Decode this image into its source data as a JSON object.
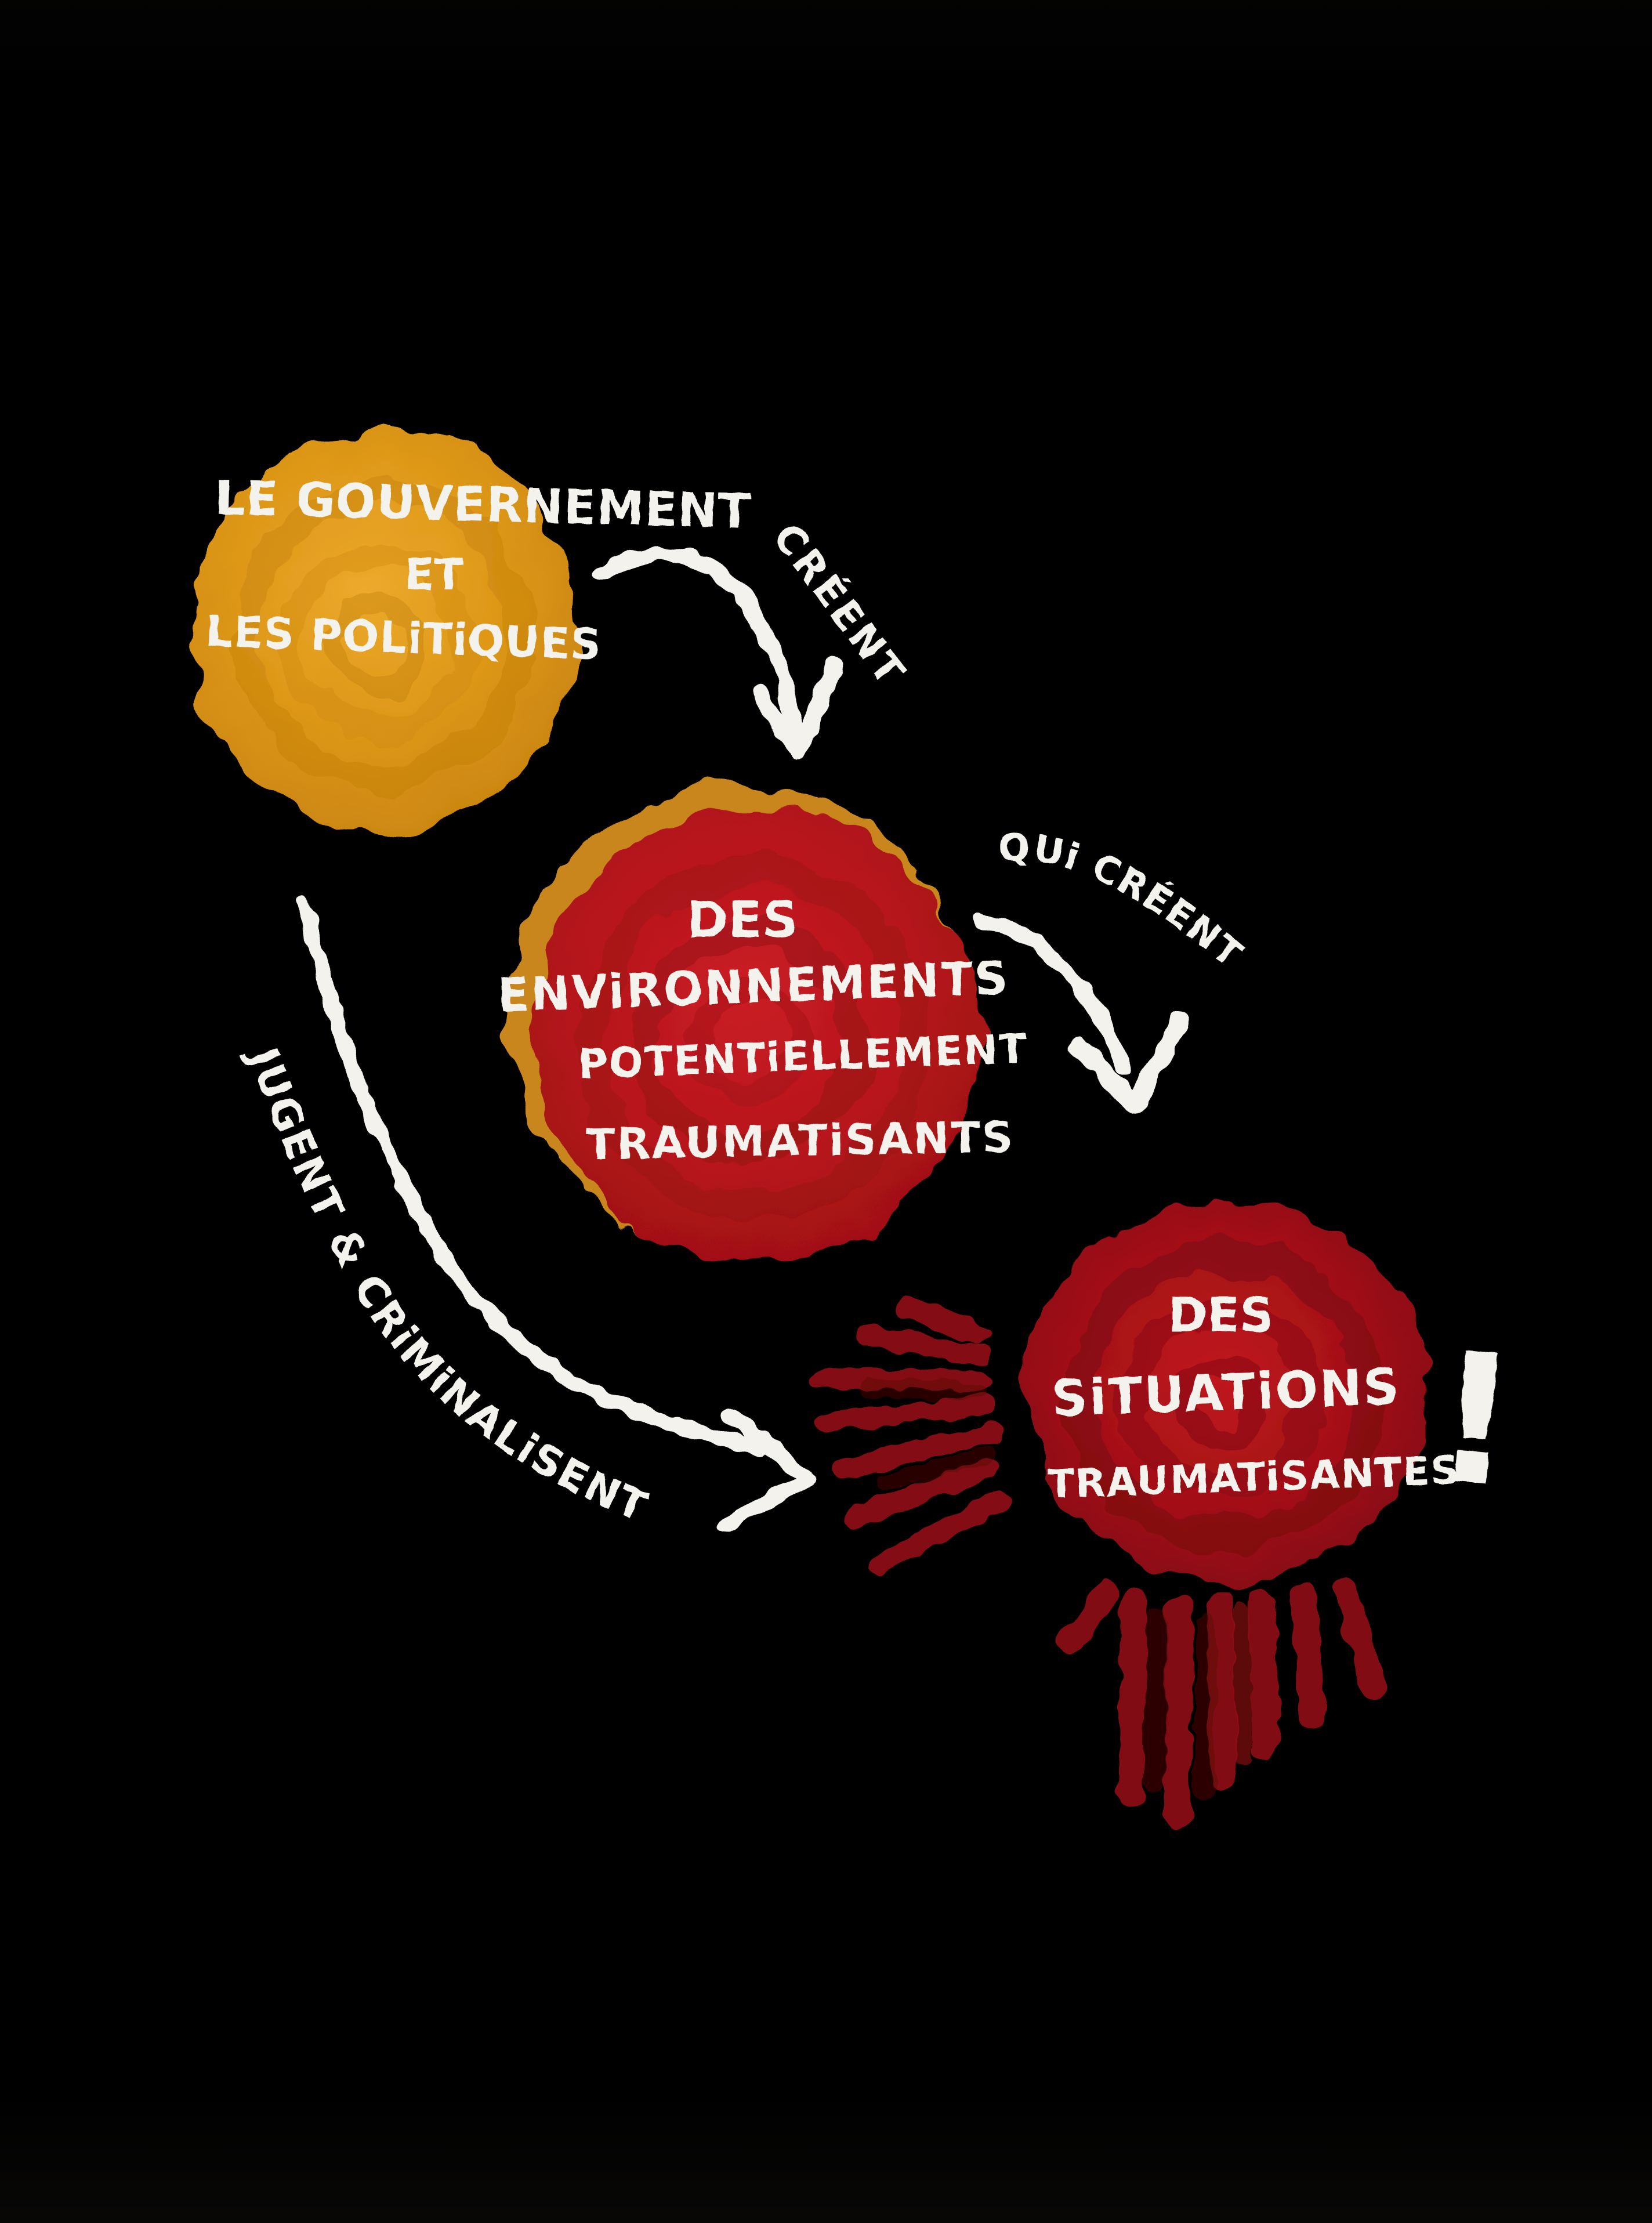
{
  "canvas": {
    "background": "#000000",
    "ink": "#F3F2ED"
  },
  "nodes": [
    {
      "id": "government",
      "shape": "scribble-circle",
      "color": "#DD9717",
      "swirl_color": "#B97907",
      "lines": [
        "LE GOUVERNEMENT",
        "ET",
        "LES POLiTiQUES"
      ]
    },
    {
      "id": "environments",
      "shape": "scribble-circle",
      "color": "#C51C22",
      "swirl_color": "#8F1014",
      "fringe_color": "#C8861B",
      "lines": [
        "DES",
        "ENViRONNEMENTS",
        "POTENTiELLEMENT",
        "TRAUMATiSANTS"
      ]
    },
    {
      "id": "situations",
      "shape": "scribble-circle",
      "color": "#BE161D",
      "swirl_color": "#6D080D",
      "lines": [
        "DES",
        "SiTUATiONS",
        "TRAUMATiSANTES"
      ],
      "exclamation": "!"
    }
  ],
  "edges": [
    {
      "id": "creent",
      "from": "government",
      "to": "environments",
      "label": "CRÉENT"
    },
    {
      "id": "qui-creent",
      "from": "environments",
      "to": "situations",
      "label": "QUi CRÉENT"
    },
    {
      "id": "jugent-criminalisent",
      "from": "government",
      "to": "situations",
      "label": "JUGENT & CRiMiNALiSENT"
    }
  ],
  "decorations": {
    "spike_burst_color": "#8C0E15",
    "spike_tassel_color": "#8A0D13"
  }
}
